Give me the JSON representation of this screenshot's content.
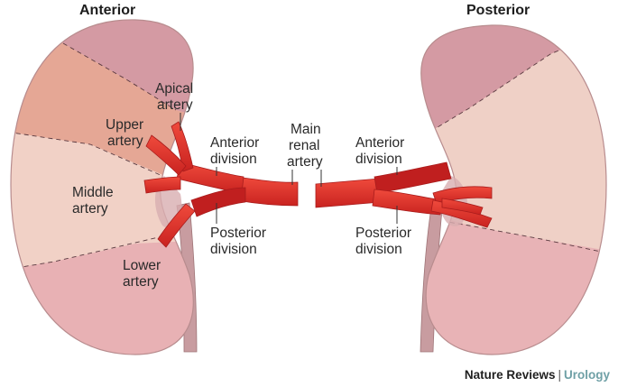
{
  "headings": {
    "anterior": "Anterior",
    "posterior": "Posterior"
  },
  "labels": {
    "apical_line1": "Apical",
    "apical_line2": "artery",
    "upper_line1": "Upper",
    "upper_line2": "artery",
    "middle_line1": "Middle",
    "middle_line2": "artery",
    "lower_line1": "Lower",
    "lower_line2": "artery",
    "ant_div_left_line1": "Anterior",
    "ant_div_left_line2": "division",
    "post_div_left_line1": "Posterior",
    "post_div_left_line2": "division",
    "main_line1": "Main",
    "main_line2": "renal",
    "main_line3": "artery",
    "ant_div_right_line1": "Anterior",
    "ant_div_right_line2": "division",
    "post_div_right_line1": "Posterior",
    "post_div_right_line2": "division"
  },
  "credit": {
    "publisher": "Nature Reviews",
    "separator": "|",
    "journal": "Urology"
  },
  "colors": {
    "kidney_base": "#ecc4bd",
    "apical_segment": "#d49ba5",
    "upper_segment": "#e4a695",
    "middle_segment": "#f0cfc4",
    "lower_segment": "#e6aeb3",
    "artery": "#e32f27",
    "artery_dark": "#b81d1d",
    "ureter": "#c99ea0"
  }
}
